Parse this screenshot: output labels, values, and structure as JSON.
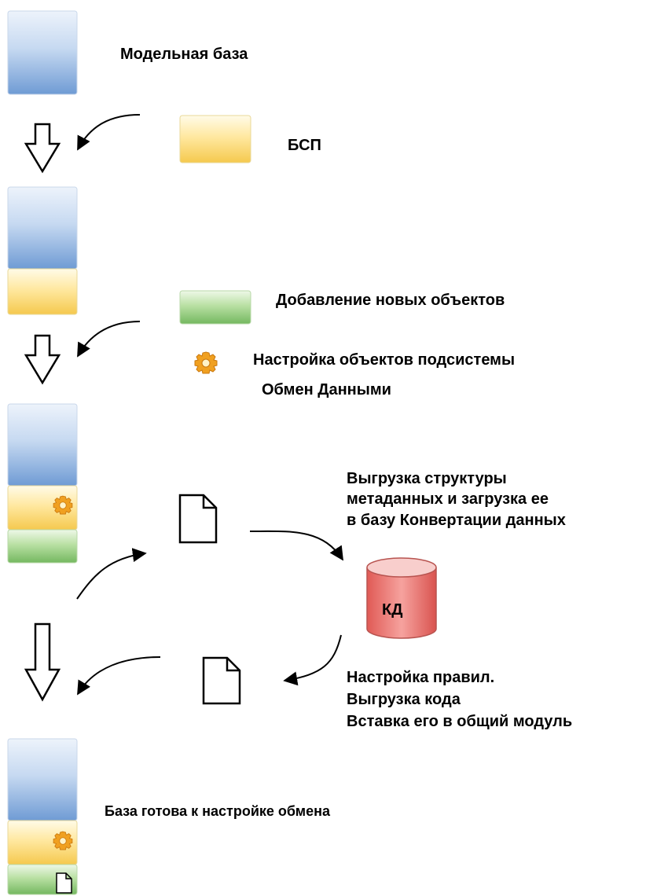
{
  "labels": {
    "model_base": "Модельная база",
    "bsp": "БСП",
    "add_objects": "Добавление новых объектов",
    "setup_line1": "Настройка объектов подсистемы",
    "setup_line2": "Обмен Данными",
    "export_line1": "Выгрузка структуры",
    "export_line2": "метаданных и загрузка ее",
    "export_line3": "в базу Конвертации данных",
    "kd": "КД",
    "rules_line1": "Настройка правил.",
    "rules_line2": "Выгрузка кода",
    "rules_line3": "Вставка его в общий модуль",
    "ready": "База готова к настройке обмена"
  },
  "colors": {
    "blue_top": "#dbe8f7",
    "blue_bottom": "#7ea6d8",
    "yellow_top": "#fff4c2",
    "yellow_bottom": "#f7cf5e",
    "green_top": "#e3f3d8",
    "green_bottom": "#7dc06a",
    "db_red": "#ea6b66",
    "db_red_light": "#f8cecc",
    "gear": "#f0a020"
  },
  "icons": [
    "gear-icon",
    "document-icon",
    "database-icon",
    "down-arrow-icon",
    "curved-arrow-icon"
  ]
}
